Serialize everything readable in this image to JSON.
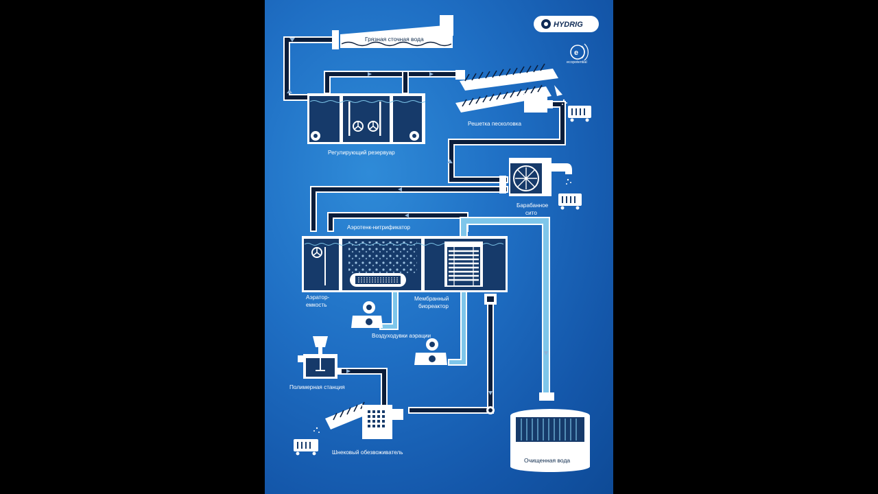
{
  "brand": {
    "name": "HYDRIG",
    "partner": "ecopotential"
  },
  "colors": {
    "bg_from": "#2f8bd8",
    "bg_to": "#0e4a96",
    "pipe_dark": "#0b1d3a",
    "pipe_light": "#7ec6ea",
    "tank_water": "#163a6a",
    "white": "#ffffff"
  },
  "labels": {
    "dirty_water": "Грязная сточная вода",
    "grit_screen": "Решетка песколовка",
    "regulating_tank": "Регулирующий резервуар",
    "drum_screen_1": "Барабанное",
    "drum_screen_2": "сито",
    "aerotank": "Аэротенк-нитрификатор",
    "aerator_1": "Аэратор-",
    "aerator_2": "емкость",
    "mbr_1": "Мембранный",
    "mbr_2": "биореактор",
    "blowers": "Воздуходувки аэрации",
    "polymer": "Полимерная станция",
    "dewaterer": "Шнековый обезвоживатель",
    "clean_water": "Очищенная вода"
  }
}
